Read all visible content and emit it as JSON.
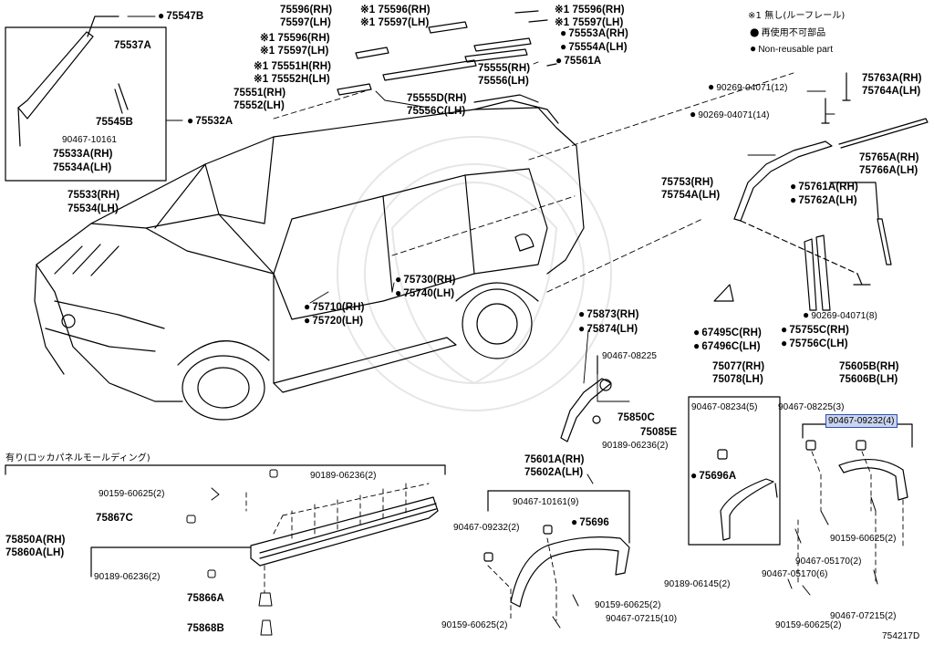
{
  "legend": {
    "mark1_text": "※1 無し(ルーフレール)",
    "reusable_text": "再使用不可部品",
    "nonreusable_text": "Non-reusable part"
  },
  "section_title": "有り(ロッカパネルモールディング)",
  "diagram_number": "754217D",
  "highlight": "90467-09232(4)",
  "callouts": {
    "c75547B": "75547B",
    "c75537A": "75537A",
    "c75545B": "75545B",
    "c90467_10161a": "90467-10161",
    "c75533A": "75533A(RH)",
    "c75534A": "75534A(LH)",
    "c75533": "75533(RH)",
    "c75534": "75534(LH)",
    "c75596a": "75596(RH)",
    "c75597a": "75597(LH)",
    "c75596b": "※1 75596(RH)",
    "c75597b": "※1 75597(LH)",
    "c75596c": "※1 75596(RH)",
    "c75597c": "※1 75597(LH)",
    "c75596d": "※1 75596(RH)",
    "c75597d": "※1 75597(LH)",
    "c75551H": "※1 75551H(RH)",
    "c75552H": "※1 75552H(LH)",
    "c75551": "75551(RH)",
    "c75552": "75552(LH)",
    "c75532A": "75532A",
    "c75553A": "75553A(RH)",
    "c75554A": "75554A(LH)",
    "c75561A": "75561A",
    "c75555": "75555(RH)",
    "c75556": "75556(LH)",
    "c75555D": "75555D(RH)",
    "c75556C": "75556C(LH)",
    "c90269_12": "90269-04071(12)",
    "c90269_14": "90269-04071(14)",
    "c75763A": "75763A(RH)",
    "c75764A": "75764A(LH)",
    "c75765A": "75765A(RH)",
    "c75766A": "75766A(LH)",
    "c75753": "75753(RH)",
    "c75754A": "75754A(LH)",
    "c75761A": "75761A(RH)",
    "c75762A": "75762A(LH)",
    "c75730": "75730(RH)",
    "c75740": "75740(LH)",
    "c75710": "75710(RH)",
    "c75720": "75720(LH)",
    "c75873": "75873(RH)",
    "c75874": "75874(LH)",
    "c90467_08225a": "90467-08225",
    "c75850C": "75850C",
    "c75085E": "75085E",
    "c90189_2a": "90189-06236(2)",
    "c67495C": "67495C(RH)",
    "c67496C": "67496C(LH)",
    "c75755C": "75755C(RH)",
    "c75756C": "75756C(LH)",
    "c90269_8": "90269-04071(8)",
    "c75077": "75077(RH)",
    "c75078": "75078(LH)",
    "c75605B": "75605B(RH)",
    "c75606B": "75606B(LH)",
    "c90467_08234": "90467-08234(5)",
    "c90467_08225b": "90467-08225(3)",
    "c90467_09232_4": "90467-09232(4)",
    "c75696A": "75696A",
    "c75601A": "75601A(RH)",
    "c75602A": "75602A(LH)",
    "c90467_10161_9": "90467-10161(9)",
    "c90467_09232_2": "90467-09232(2)",
    "c75696": "75696",
    "c90159_2a": "90159-60625(2)",
    "c90159_2b": "90159-60625(2)",
    "c90467_07215_10": "90467-07215(10)",
    "c90159_2c": "90159-60625(2)",
    "c90467_05170_2": "90467-05170(2)",
    "c90467_05170_6": "90467-05170(6)",
    "c90189_06145": "90189-06145(2)",
    "c90467_07215_2": "90467-07215(2)",
    "c90159_2d": "90159-60625(2)",
    "c90189_2b": "90189-06236(2)",
    "c90159_2e": "90159-60625(2)",
    "c75867C": "75867C",
    "c75850A": "75850A(RH)",
    "c75860A": "75860A(LH)",
    "c90189_2c": "90189-06236(2)",
    "c75866A": "75866A",
    "c75868B": "75868B"
  }
}
